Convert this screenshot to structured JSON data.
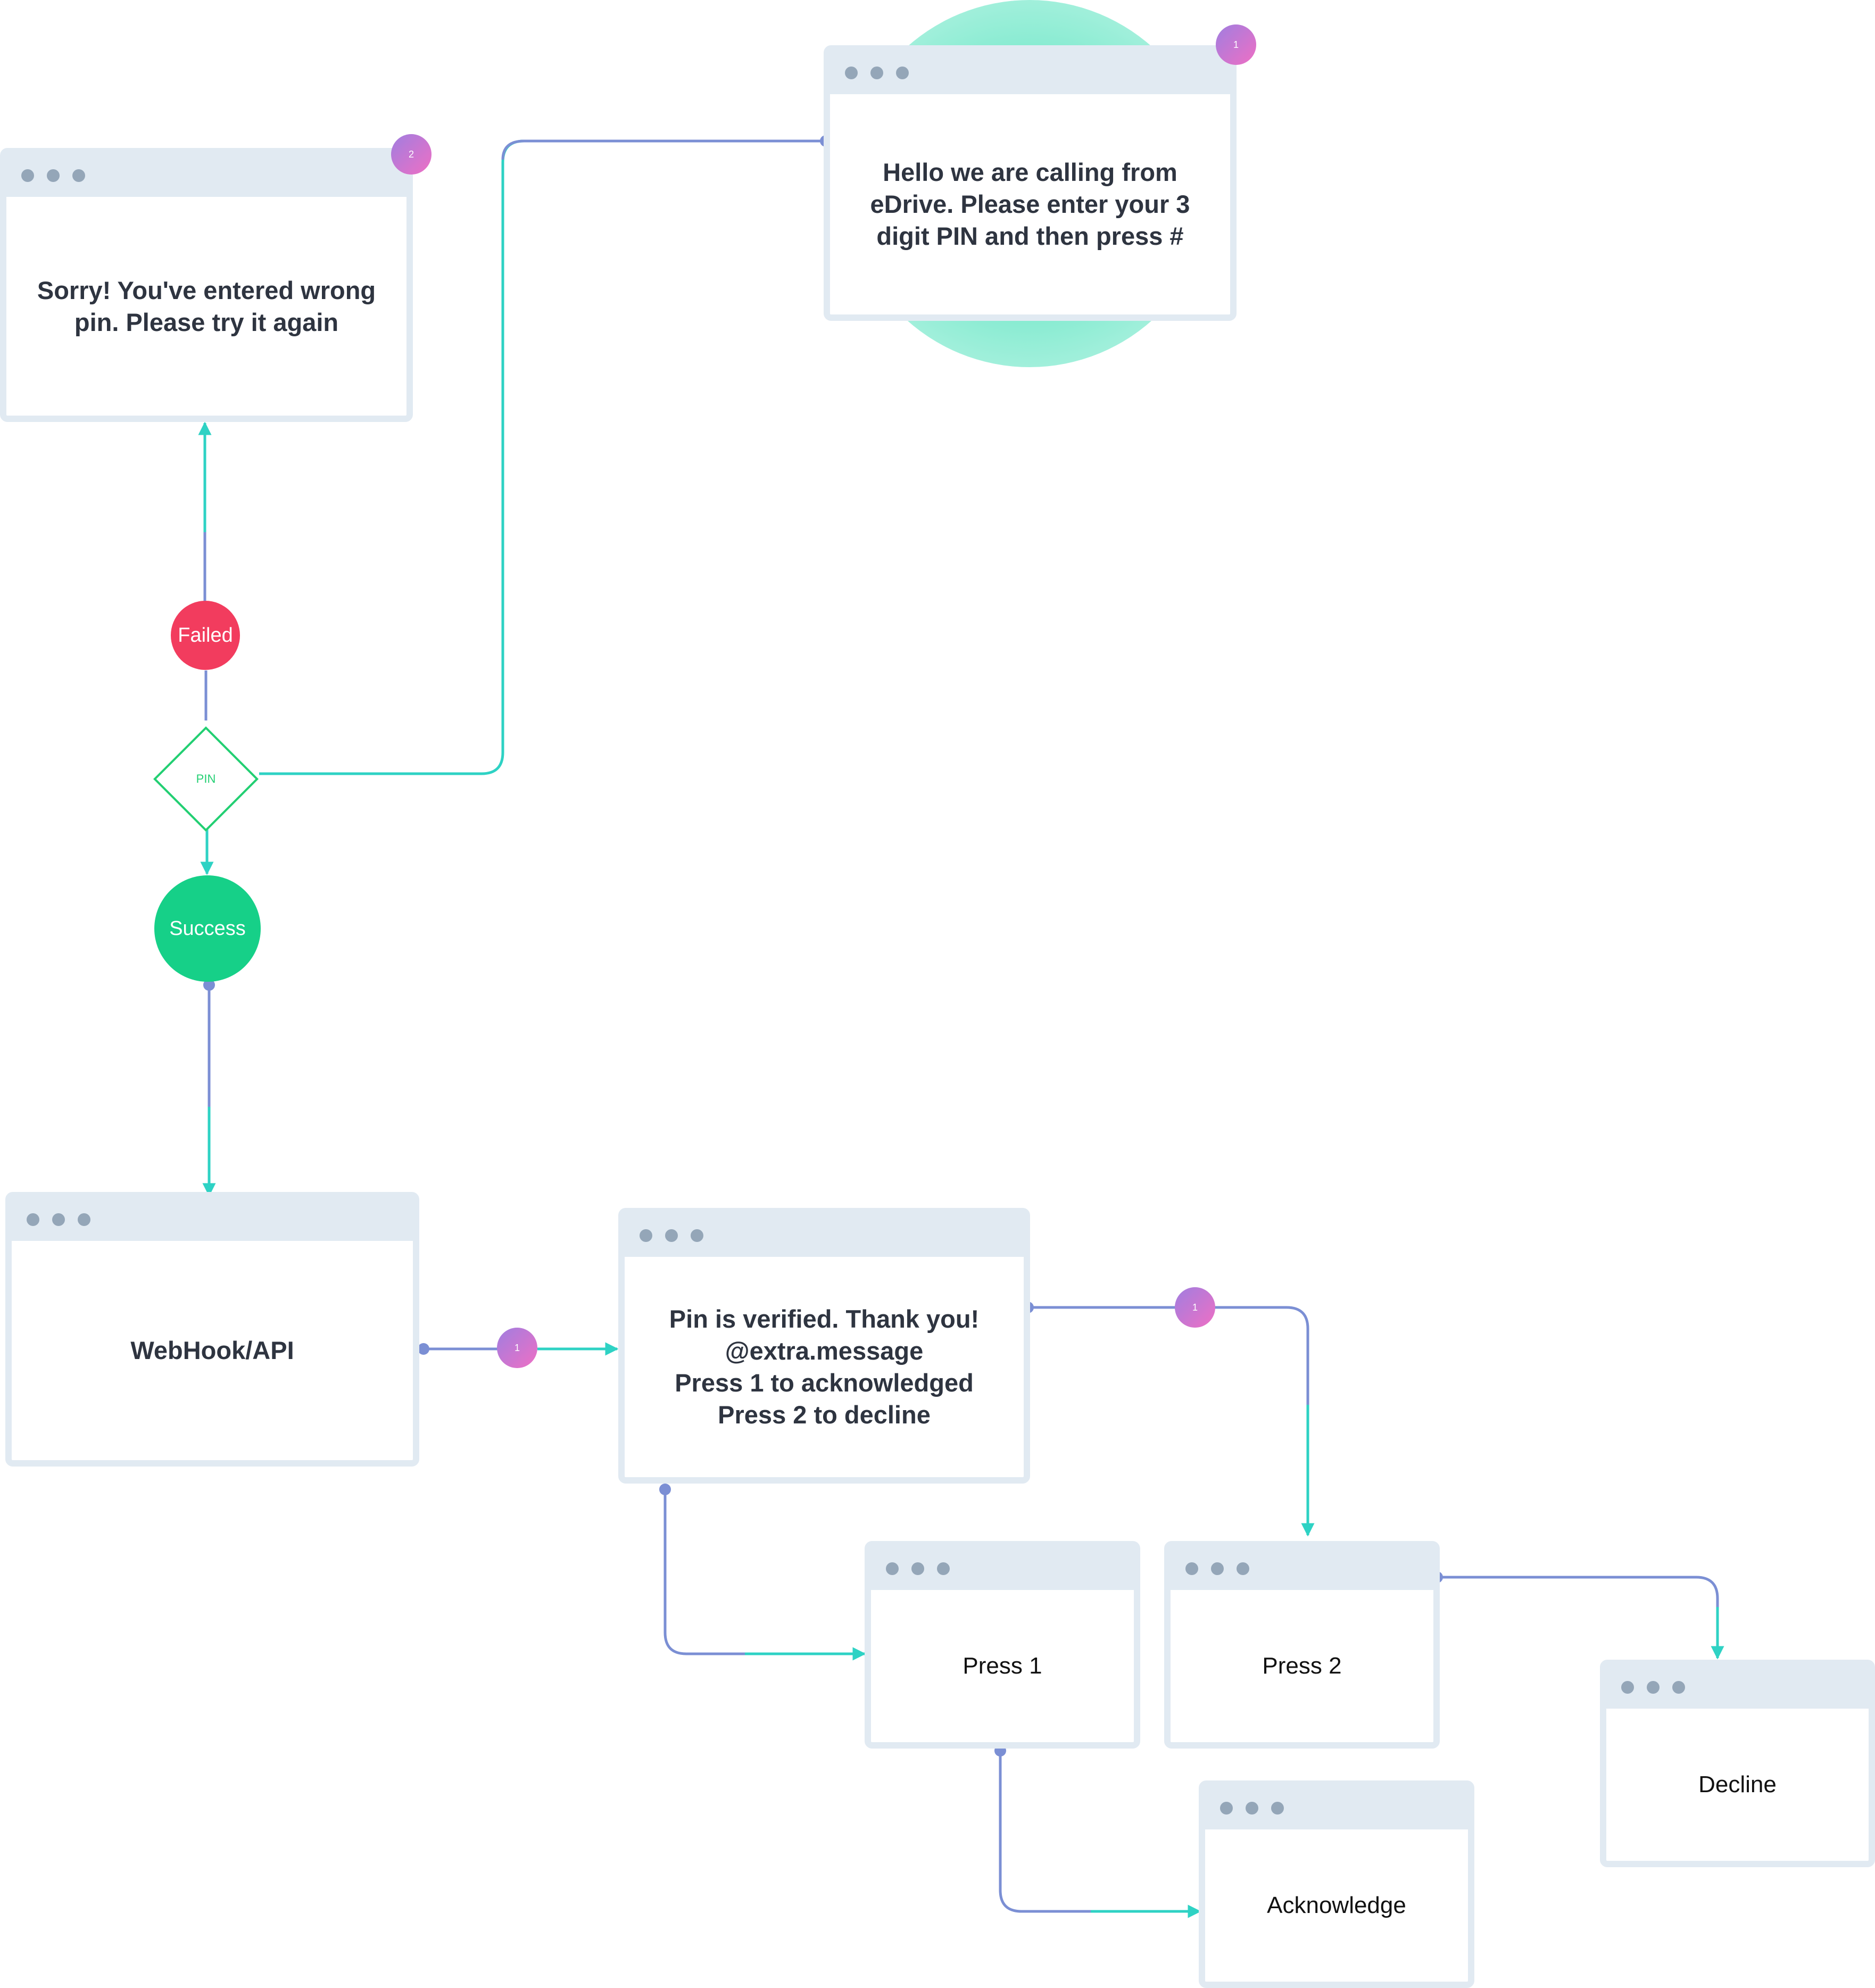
{
  "colors": {
    "window_border": "#e1eaf2",
    "window_dot": "#94a6b8",
    "connector_purple": "#7b8fd4",
    "connector_teal": "#2ed2c4",
    "failed": "#f23c5e",
    "success": "#16d088",
    "diamond_stroke": "#22cf72",
    "badge_gradient": [
      "#a07ee0",
      "#ef6fc4"
    ],
    "glow": "#2fdcb0"
  },
  "nodes": {
    "greeting": {
      "text": "Hello we are calling from\neDrive. Please enter your 3\ndigit PIN and then press #",
      "badge": "1"
    },
    "wrong_pin": {
      "text": "Sorry! You've entered wrong\npin. Please try it again",
      "badge": "2"
    },
    "webhook": {
      "text": "WebHook/API"
    },
    "verified": {
      "text": "Pin is verified. Thank you!\n@extra.message\nPress 1 to acknowledged\nPress 2 to decline"
    },
    "press1": {
      "text": "Press 1"
    },
    "press2": {
      "text": "Press 2"
    },
    "acknowledge": {
      "text": "Acknowledge"
    },
    "decline": {
      "text": "Decline"
    }
  },
  "decision": {
    "label": "PIN",
    "failed": "Failed",
    "success": "Success"
  },
  "edge_badges": {
    "webhook_to_verified": "1",
    "verified_to_press2": "1"
  }
}
